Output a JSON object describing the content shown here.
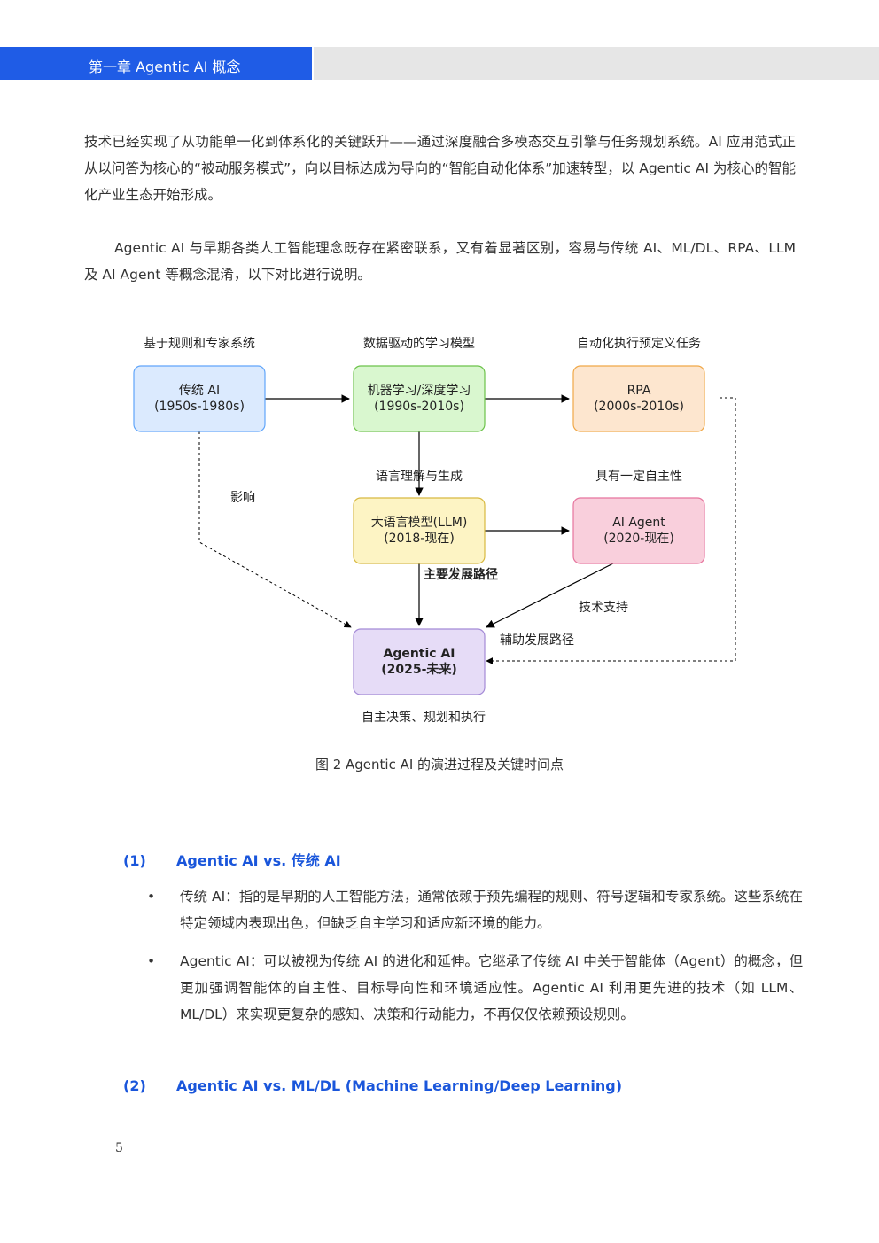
{
  "header": {
    "title": "第一章  Agentic AI 概念"
  },
  "paragraphs": {
    "p1": "技术已经实现了从功能单一化到体系化的关键跃升——通过深度融合多模态交互引擎与任务规划系统。AI 应用范式正从以问答为核心的“被动服务模式”，向以目标达成为导向的“智能自动化体系”加速转型，以 Agentic AI 为核心的智能化产业生态开始形成。",
    "p2": "Agentic AI 与早期各类人工智能理念既存在紧密联系，又有着显著区别，容易与传统 AI、ML/DL、RPA、LLM 及 AI Agent 等概念混淆，以下对比进行说明。"
  },
  "diagram": {
    "nodes": {
      "traditional": {
        "line1": "传统 AI",
        "line2": "(1950s-1980s)",
        "fill": "#dbeafe",
        "stroke": "#60a5fa"
      },
      "ml": {
        "line1": "机器学习/深度学习",
        "line2": "(1990s-2010s)",
        "fill": "#d9f7cf",
        "stroke": "#6cc24a"
      },
      "rpa": {
        "line1": "RPA",
        "line2": "(2000s-2010s)",
        "fill": "#fde6cf",
        "stroke": "#f0a848"
      },
      "llm": {
        "line1": "大语言模型(LLM)",
        "line2": "(2018-现在)",
        "fill": "#fdf4c4",
        "stroke": "#d8b940"
      },
      "agent": {
        "line1": "AI Agent",
        "line2": "(2020-现在)",
        "fill": "#f9cfdc",
        "stroke": "#e6759e"
      },
      "agentic": {
        "line1": "Agentic AI",
        "line2": "(2025-未来)",
        "fill": "#e6dcf7",
        "stroke": "#a48ad6"
      }
    },
    "labels": {
      "above_traditional": "基于规则和专家系统",
      "above_ml": "数据驱动的学习模型",
      "above_rpa": "自动化执行预定义任务",
      "influence": "影响",
      "language": "语言理解与生成",
      "autonomy": "具有一定自主性",
      "main_path": "主要发展路径",
      "tech_support": "技术支持",
      "aux_path": "辅助发展路径",
      "below_agentic": "自主决策、规划和执行"
    }
  },
  "caption": "图  2 Agentic AI 的演进过程及关键时间点",
  "sections": [
    {
      "num": "(1)",
      "title": "Agentic AI vs.  传统 AI"
    },
    {
      "num": "(2)",
      "title": "Agentic AI vs. ML/DL (Machine Learning/Deep Learning)"
    }
  ],
  "bullets": [
    {
      "dot": "•",
      "text": "传统 AI：指的是早期的人工智能方法，通常依赖于预先编程的规则、符号逻辑和专家系统。这些系统在特定领域内表现出色，但缺乏自主学习和适应新环境的能力。"
    },
    {
      "dot": "•",
      "text": "Agentic AI：可以被视为传统 AI 的进化和延伸。它继承了传统 AI 中关于智能体（Agent）的概念，但更加强调智能体的自主性、目标导向性和环境适应性。Agentic AI 利用更先进的技术（如 LLM、ML/DL）来实现更复杂的感知、决策和行动能力，不再仅仅依赖预设规则。"
    }
  ],
  "page_number": "5"
}
